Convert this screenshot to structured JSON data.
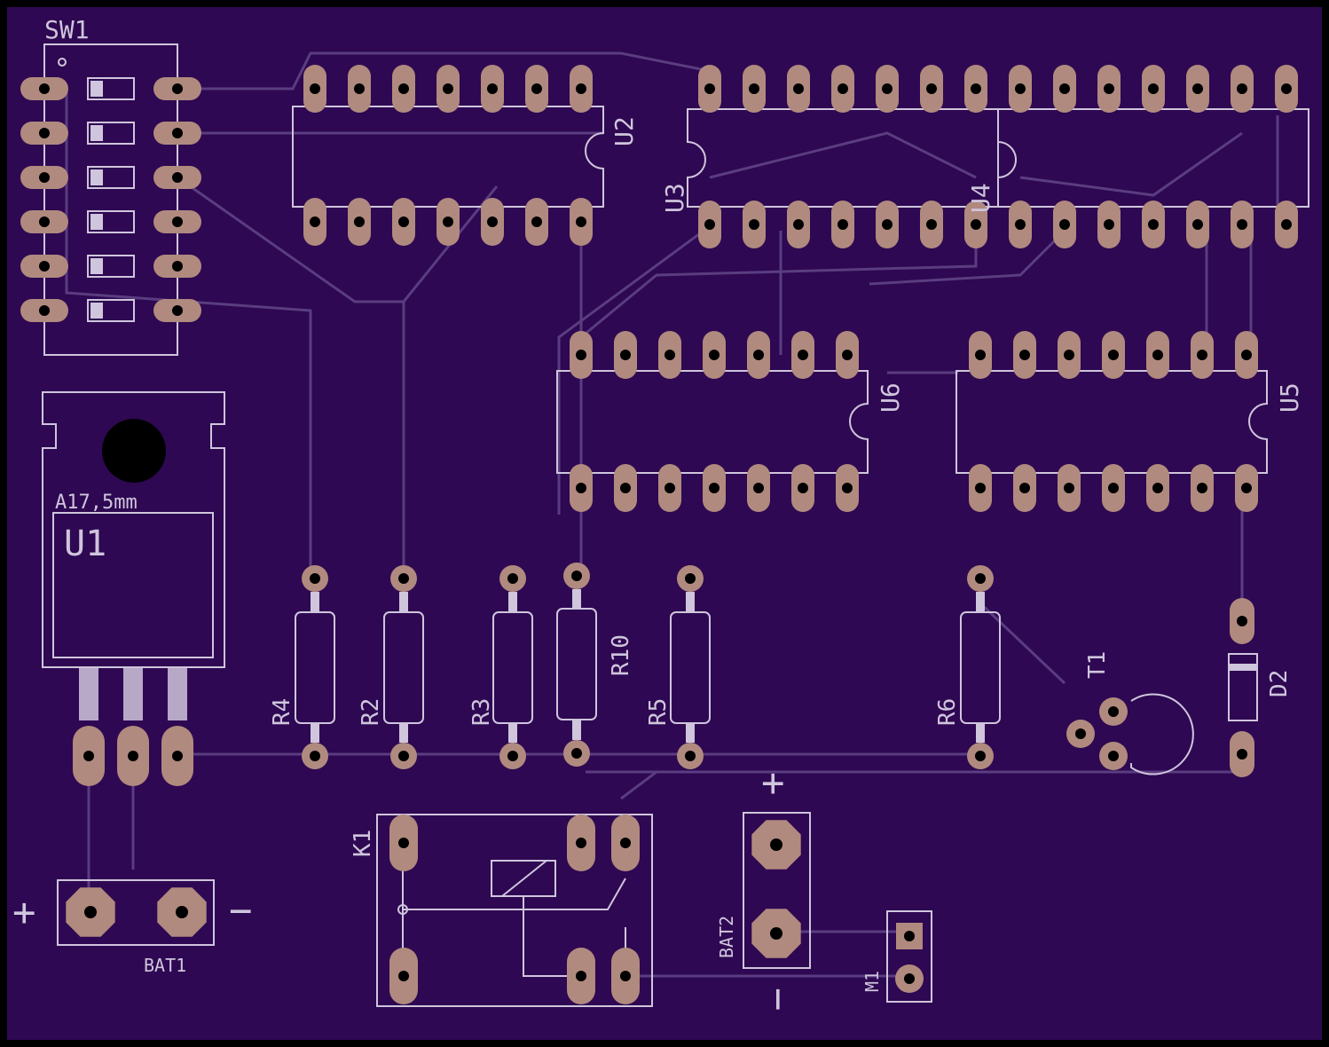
{
  "board": {
    "background": "#2e0852",
    "pad_color": "#b08a7e",
    "silk_color": "#cfc5dc",
    "trace_color": "#5a3d80",
    "edge_color": "#000000"
  },
  "labels": {
    "sw1": "SW1",
    "u2": "U2",
    "u3": "U3",
    "u4": "U4",
    "u5": "U5",
    "u6": "U6",
    "heatsink": "A17,5mm",
    "u1": "U1",
    "r4": "R4",
    "r2": "R2",
    "r3": "R3",
    "r10": "R10",
    "r5": "R5",
    "r6": "R6",
    "t1": "T1",
    "d2": "D2",
    "k1": "K1",
    "bat1": "BAT1",
    "bat2": "BAT2",
    "m1": "M1",
    "bat1_plus": "+",
    "bat1_minus": "−",
    "bat2_plus": "+",
    "bat2_minus": "−"
  }
}
